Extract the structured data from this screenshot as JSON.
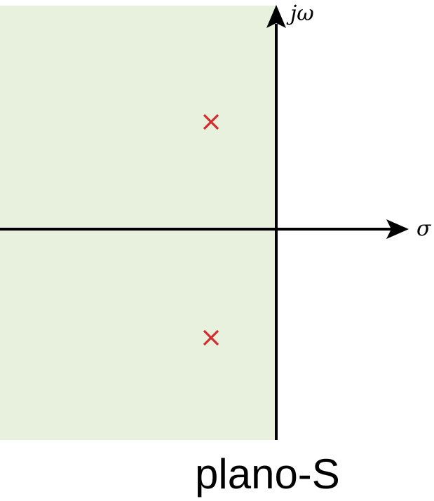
{
  "diagram": {
    "colors": {
      "stable_region": "#e8f0de",
      "axes": "#000000",
      "poles": "#d62b2b",
      "background": "#ffffff"
    },
    "axes": {
      "imaginary_label": "jω",
      "real_label": "σ"
    },
    "plane_label": "plano-S",
    "stable_region": "left-half-plane",
    "poles": [
      {
        "marker": "cross",
        "location": "upper-left-half-plane"
      },
      {
        "marker": "cross",
        "location": "lower-left-half-plane"
      }
    ]
  }
}
